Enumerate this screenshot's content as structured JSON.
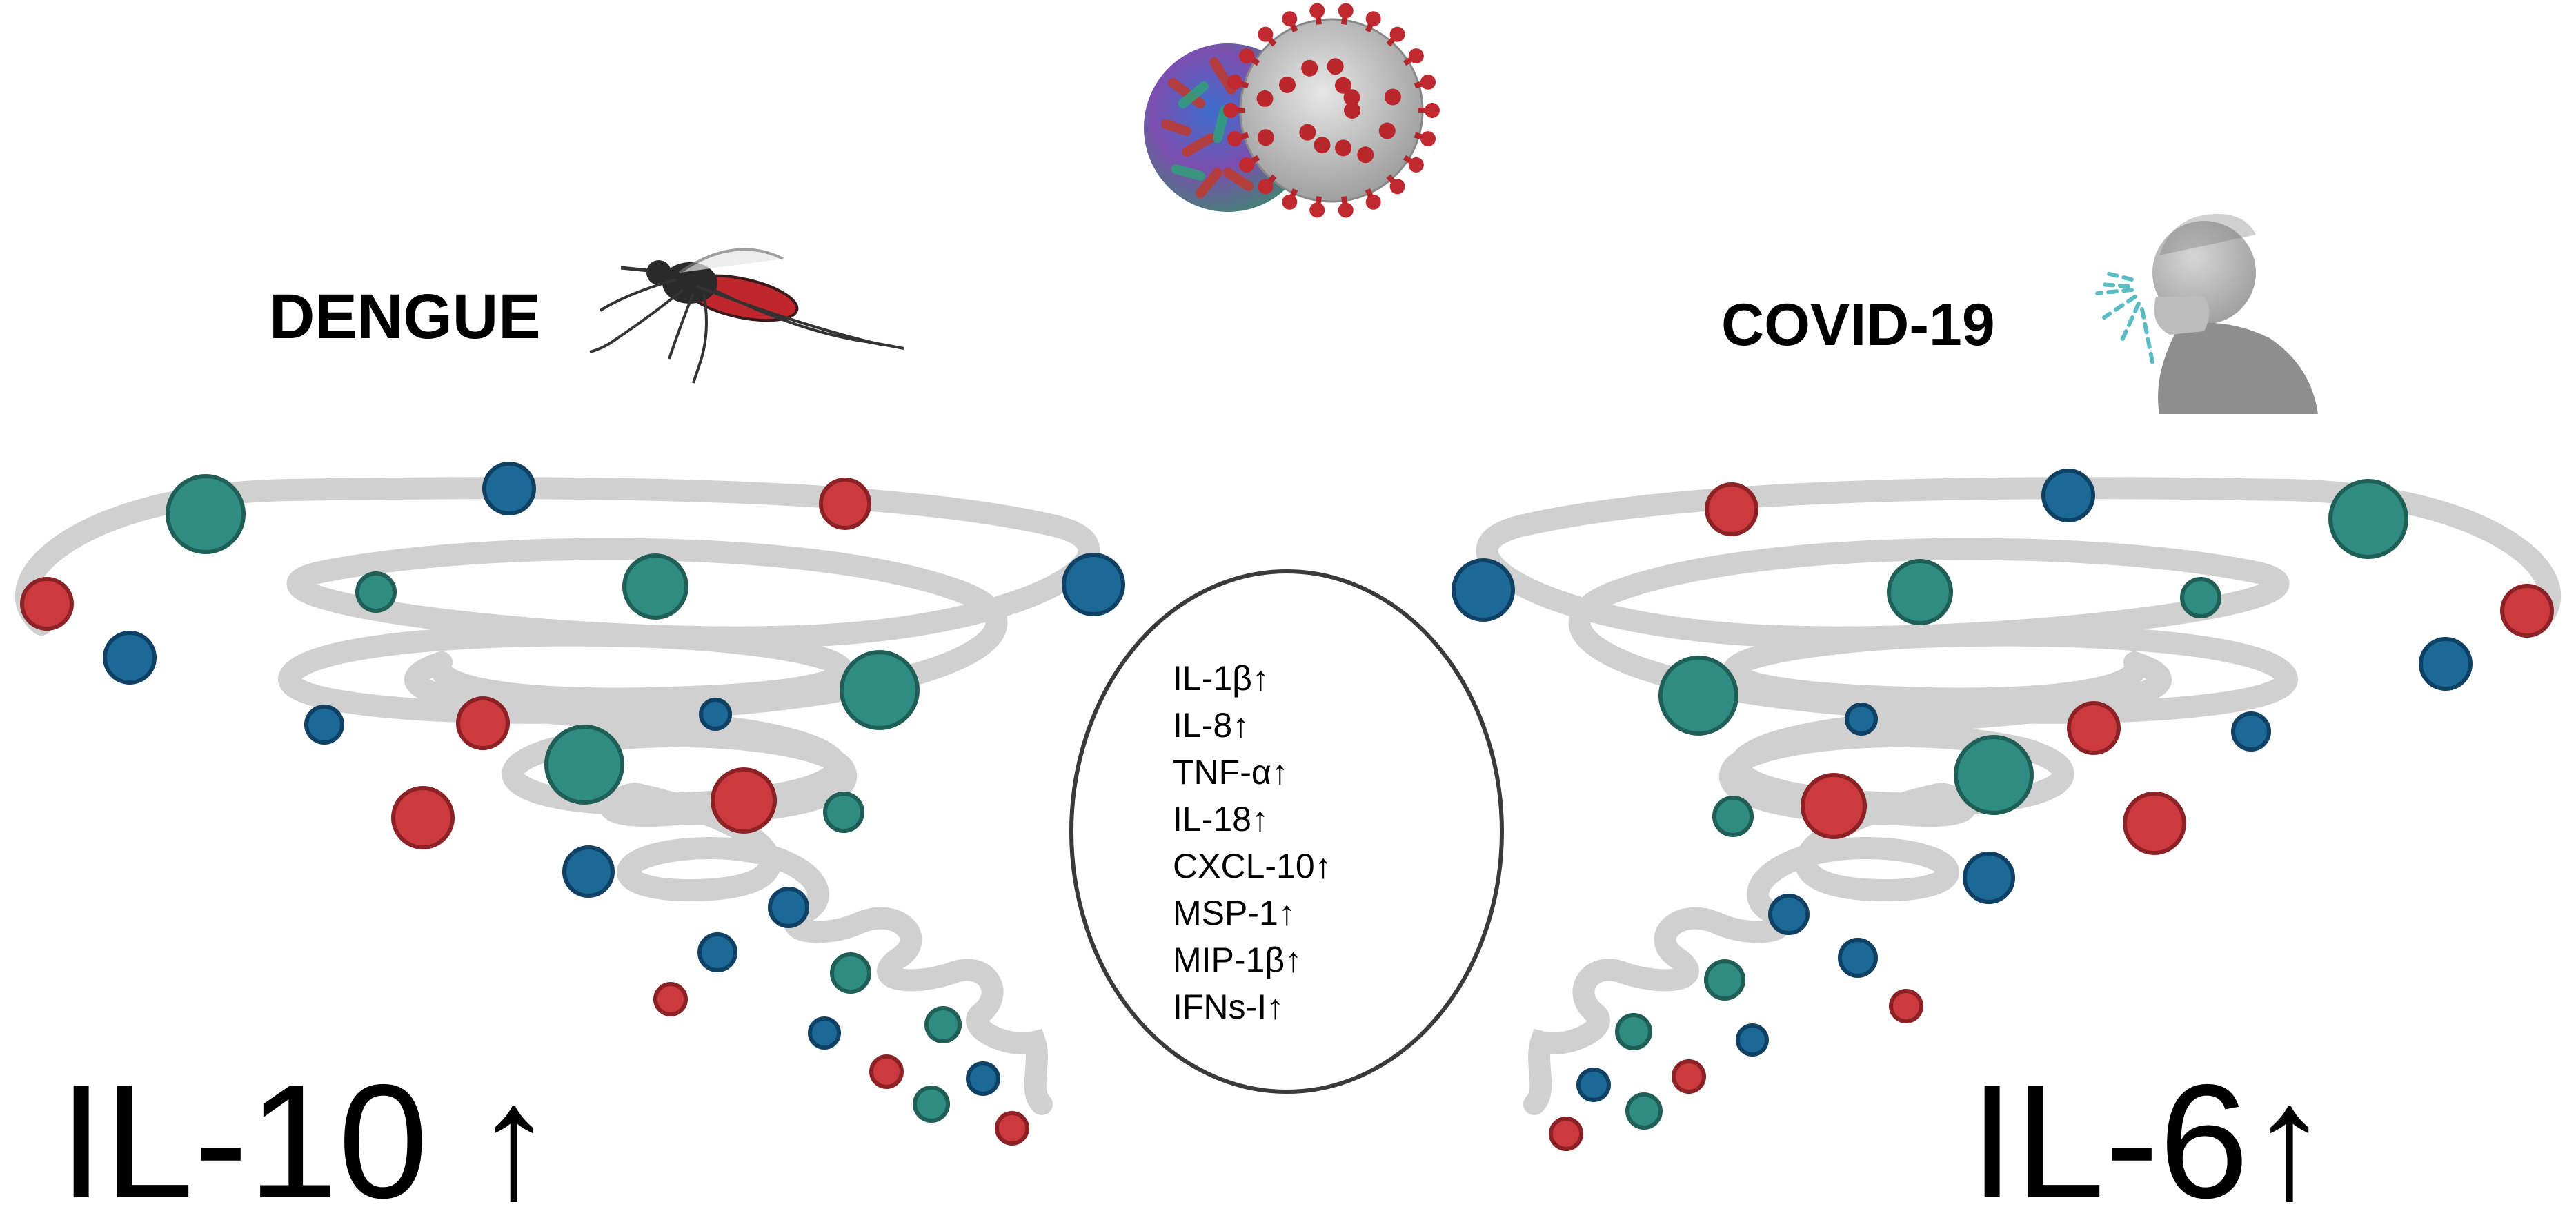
{
  "left": {
    "label": "DENGUE",
    "bottom_label": "IL-10 ↑"
  },
  "right": {
    "label": "COVID-19",
    "bottom_label": "IL-6↑"
  },
  "center": {
    "cytokines": [
      "IL-1β↑",
      "IL-8↑",
      "TNF-α↑",
      "IL-18↑",
      "CXCL-10↑",
      "MSP-1↑",
      "MIP-1β↑",
      "IFNs-I↑"
    ]
  },
  "colors": {
    "teal": "#2f8c80",
    "blue": "#1c6896",
    "red": "#cc3a3f",
    "spiral": "#d0d0d0"
  },
  "icons": {
    "virus": "virus-pair-icon",
    "mosquito": "mosquito-icon",
    "person": "coughing-person-icon"
  }
}
